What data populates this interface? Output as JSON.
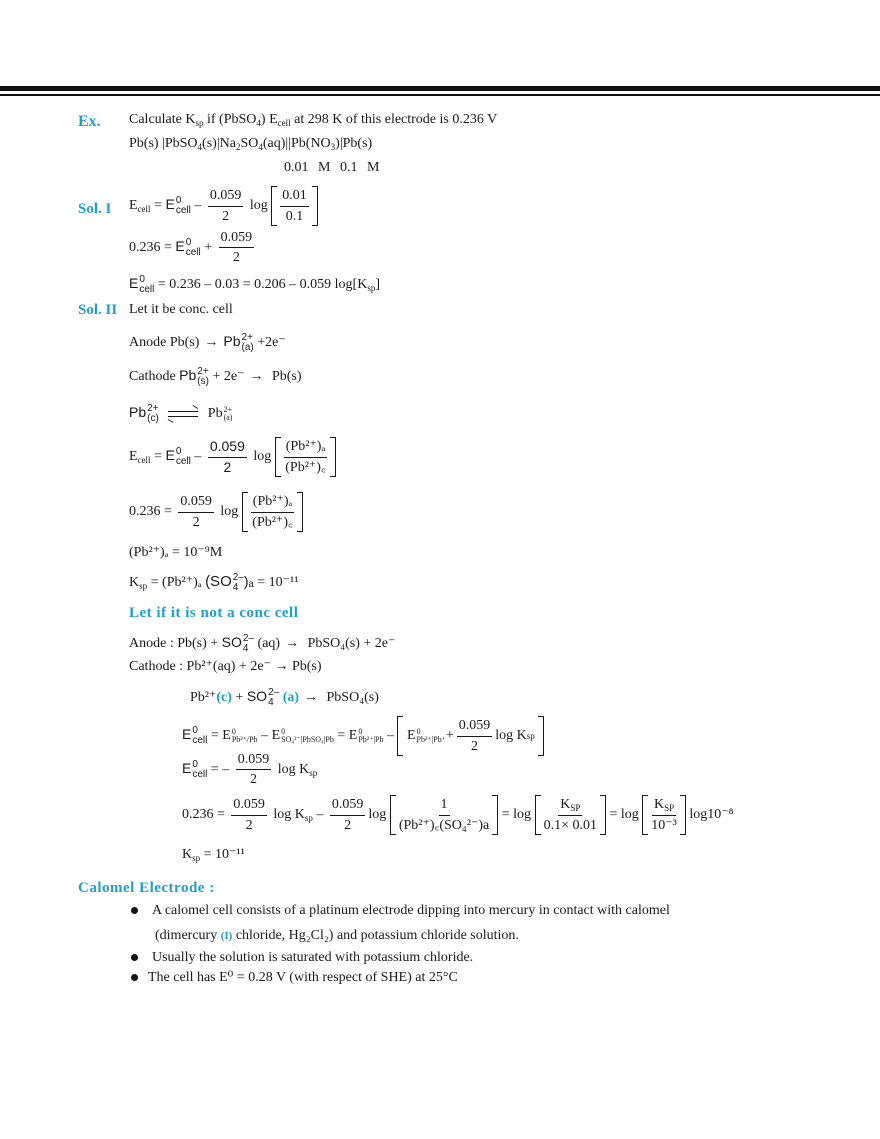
{
  "example": {
    "label": "Ex.",
    "question": "Calculate Ksp if (PbSO4) Ecell at 298 K of this electrode is 0.236 V",
    "q_part1": "Calculate K",
    "q_sub1": "sp",
    "q_part2": " if (PbSO",
    "q_sub2": "4",
    "q_part3": ") E",
    "q_sub3": "cell",
    "q_part4": " at 298 K of this electrode is 0.236 V",
    "cell_notation": "Pb(s) |PbSO4(s)|Na2SO4(aq)||Pb(NO3)|Pb(s)",
    "concentrations": "0.01 M    0.1 M"
  },
  "sol1": {
    "label": "Sol.  I",
    "line1": {
      "lhs": "E",
      "lhs_sub": "cell",
      "eq": " = ",
      "e0": "E",
      "e0_sup": "0",
      "e0_sub": "cell",
      "minus": " – ",
      "frac_num": "0.059",
      "frac_den": "2",
      "log": "log",
      "br_num": "0.01",
      "br_den": "0.1"
    },
    "line2": {
      "lhs": "0.236 = ",
      "e0": "E",
      "e0_sup": "0",
      "e0_sub": "cell",
      "plus": " + ",
      "frac_num": "0.059",
      "frac_den": "2"
    },
    "line3": {
      "e0": "E",
      "e0_sup": "0",
      "e0_sub": "cell",
      "rest": " = 0.236 – 0.03 = 0.206 – 0.059 log[K",
      "sub": "sp",
      "end": "]"
    }
  },
  "sol2": {
    "label": "Sol. II",
    "intro": "Let it be conc. cell",
    "anode": {
      "text": "Anode Pb(s)",
      "arrow": "→",
      "pb": "Pb",
      "sup": "2+",
      "sub": "(a)",
      "end": " +2e⁻"
    },
    "cathode": {
      "text": "Cathode ",
      "pb": "Pb",
      "sup": "2+",
      "sub": "(s)",
      "mid": " + 2e⁻",
      "arrow": "→",
      "end": " Pb(s)"
    },
    "equilibrium": {
      "left": "Pb",
      "left_sup": "2+",
      "left_sub": "(c)",
      "right": "Pb",
      "right_sup": "2+",
      "right_sub": "(a)"
    },
    "nernst": {
      "lhs": "E",
      "lhs_sub": "cell",
      "eq": " = ",
      "e0": "E",
      "e0_sup": "0",
      "e0_sub": "cell",
      "minus": " – ",
      "frac_num": "0.059",
      "frac_den": "2",
      "log": "log",
      "br_num": "(Pb²⁺)ₐ",
      "br_den": "(Pb²⁺)꜀"
    },
    "nernst2": {
      "lhs": "0.236 = ",
      "frac_num": "0.059",
      "frac_den": "2",
      "log": "log",
      "br_num": "(Pb²⁺)ₐ",
      "br_den": "(Pb²⁺)꜀"
    },
    "conc_a": "(Pb²⁺)ₐ = 10⁻⁹M",
    "ksp": {
      "k": "K",
      "k_sub": "sp",
      "mid": " = (Pb²⁺)ₐ ",
      "so4": "(SO",
      "so4_sub": "4",
      "so4_sup": "2–",
      "so4_end": ")ₐ",
      "end": " = 10⁻¹¹"
    }
  },
  "not_conc": {
    "heading": "Let if it is not a conc cell",
    "anode": {
      "text": "Anode : Pb(s) + ",
      "so4": "SO",
      "so4_sub": "4",
      "so4_sup": "2–",
      "mid": " (aq)",
      "arrow": "→",
      "end": " PbSO₄(s) + 2e⁻"
    },
    "cathode": "Cathode : Pb²⁺(aq) + 2e⁻ → Pb(s)",
    "overall": {
      "pb": "Pb²⁺",
      "c": "(c)",
      "plus": " + ",
      "so4": "SO",
      "so4_sub": "4",
      "so4_sup": "2–",
      "a": " (a)",
      "arrow": "→",
      "end": " PbSO₄(s)"
    },
    "e0_line1": {
      "e0": "E",
      "e0_sup": "0",
      "e0_sub": "cell",
      "eq1": " = E",
      "t1_sup": "0",
      "t1_sub": "Pb²⁺/Pb",
      "minus": " – E",
      "t2_sup": "0",
      "t2_sub": "SO₄²⁻|PbSO₄|Pb",
      "eq2": " = E",
      "t3_sup": "0",
      "t3_sub": "Pb²⁺|Pb",
      "minus2": " – ",
      "inner_e": "E",
      "inner_sup": "0",
      "inner_sub": "Pb²⁺|Pb⁺",
      "plus": " + ",
      "frac_num": "0.059",
      "frac_den": "2",
      "logk": "log K",
      "logk_sub": "sp"
    },
    "e0_line2": {
      "e0": "E",
      "e0_sup": "0",
      "e0_sub": "cell",
      "eq": " = – ",
      "frac_num": "0.059",
      "frac_den": "2",
      "logk": " log K",
      "logk_sub": "sp"
    },
    "final_line": {
      "lhs": "0.236 = ",
      "f1_num": "0.059",
      "f1_den": "2",
      "logk": " log K",
      "logk_sub": "sp",
      "minus": " – ",
      "f2_num": "0.059",
      "f2_den": "2",
      "log": "log",
      "b1_num": "1",
      "b1_den": "(Pb²⁺)꜀(SO₄²⁻)a",
      "eq1": " = log ",
      "b2_num": "K",
      "b2_num_sub": "SP",
      "b2_den": "0.1× 0.01",
      "eq2": " = log ",
      "b3_num": "K",
      "b3_num_sub": "SP",
      "b3_den": "10⁻³",
      "tail": " log10⁻⁸"
    },
    "result": {
      "k": "K",
      "k_sub": "sp",
      "end": " = 10⁻¹¹"
    }
  },
  "calomel": {
    "heading": "Calomel Electrode :",
    "bullets": [
      {
        "line1": "A calomel cell consists of a platinum electrode dipping into mercury in contact with calomel",
        "line2_pre": "(dimercury ",
        "line2_highlight": "(I)",
        "line2_post": " chloride, Hg₂Cl₂) and potassium chloride solution."
      },
      {
        "line1": "Usually the solution is saturated with potassium chloride."
      },
      {
        "line1": "The cell has E⁰ = 0.28 V (with respect of SHE)  at 25°C"
      }
    ]
  },
  "colors": {
    "accent": "#1ea0c8",
    "text": "#1a1a1a",
    "rule": "#111111"
  }
}
